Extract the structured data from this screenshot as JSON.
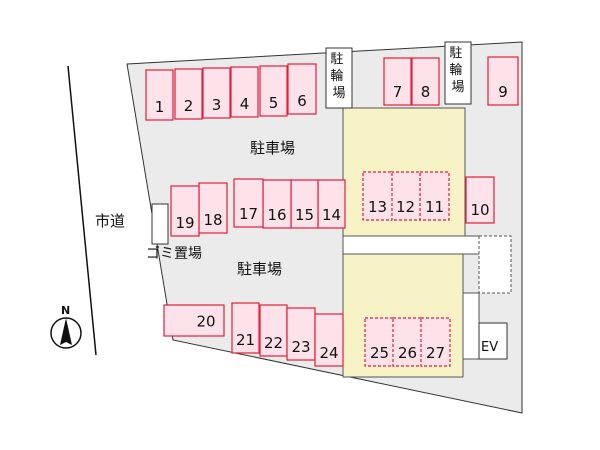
{
  "road_label": "市道",
  "parking_label": "駐車場",
  "bicycle_parking_label": "駐輪場",
  "garbage_label": "ゴミ置場",
  "elevator_label": "EV",
  "compass_label": "N",
  "colors": {
    "ground": "#ebebeb",
    "building": "#f7f3c6",
    "space_fill": "#fde2ea",
    "space_border": "#e0203c"
  },
  "parking_spaces": [
    "1",
    "2",
    "3",
    "4",
    "5",
    "6",
    "7",
    "8",
    "9",
    "10",
    "11",
    "12",
    "13",
    "14",
    "15",
    "16",
    "17",
    "18",
    "19",
    "20",
    "21",
    "22",
    "23",
    "24",
    "25",
    "26",
    "27"
  ]
}
